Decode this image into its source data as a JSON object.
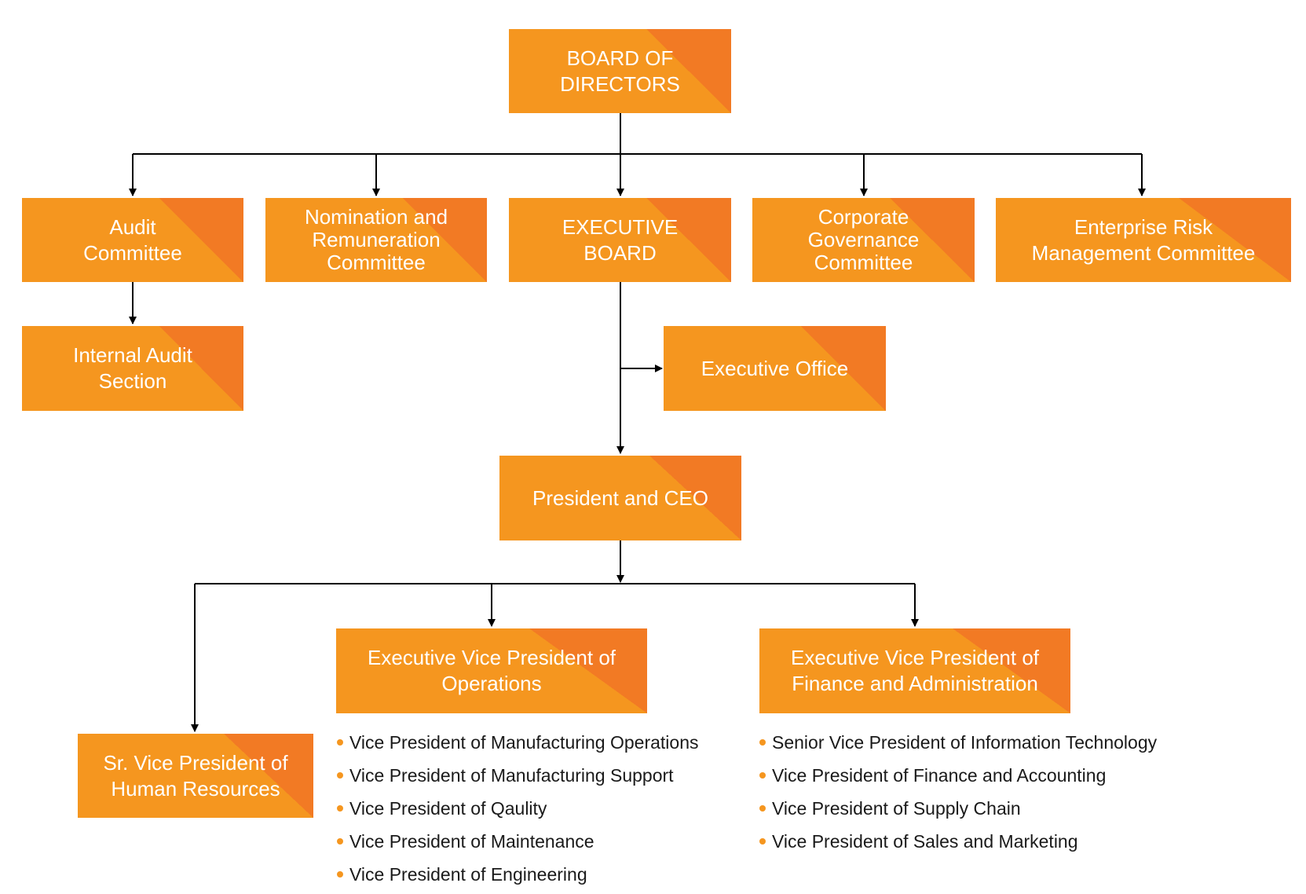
{
  "boxes": {
    "board": "BOARD OF\nDIRECTORS",
    "audit": "Audit\nCommittee",
    "nomination": "Nomination and\nRemuneration\nCommittee",
    "executive_board": "EXECUTIVE\nBOARD",
    "governance": "Corporate\nGovernance\nCommittee",
    "risk": "Enterprise Risk\nManagement Committee",
    "internal_audit": "Internal Audit\nSection",
    "executive_office": "Executive Office",
    "ceo": "President and CEO",
    "evp_operations": "Executive Vice President of\nOperations",
    "evp_finance": "Executive Vice President of\nFinance and Administration",
    "svp_hr": "Sr. Vice President of\nHuman Resources"
  },
  "operations_list": [
    "Vice President of Manufacturing Operations",
    "Vice President of Manufacturing Support",
    "Vice President of Qaulity",
    "Vice President of Maintenance",
    "Vice President of Engineering"
  ],
  "finance_list": [
    "Senior Vice President of Information Technology",
    "Vice President of Finance and Accounting",
    "Vice President of Supply Chain",
    "Vice President of Sales and Marketing"
  ],
  "colors": {
    "box_fill": "#f5961f",
    "box_accent": "#f27a24",
    "connector": "#000000",
    "text_on_box": "#ffffff"
  }
}
